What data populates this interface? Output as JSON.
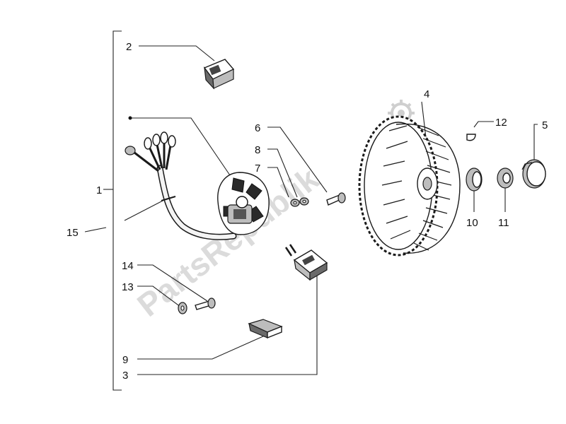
{
  "watermark": {
    "text": "PartsRepublik"
  },
  "callouts": {
    "c1": "1",
    "c2": "2",
    "c3": "3",
    "c4": "4",
    "c5": "5",
    "c6": "6",
    "c7": "7",
    "c8": "8",
    "c9": "9",
    "c10": "10",
    "c11": "11",
    "c12": "12",
    "c13": "13",
    "c14": "14",
    "c15": "15"
  }
}
